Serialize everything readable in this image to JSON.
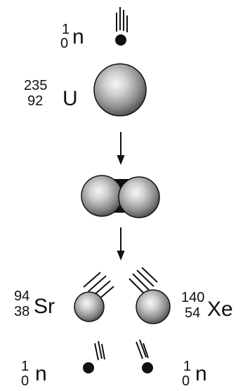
{
  "labels": {
    "neutron_top": {
      "mass": "1",
      "atomic": "0",
      "symbol": "n"
    },
    "uranium": {
      "mass": "235",
      "atomic": "92",
      "symbol": "U"
    },
    "strontium": {
      "mass": "94",
      "atomic": "38",
      "symbol": "Sr"
    },
    "xenon": {
      "mass": "140",
      "atomic": "54",
      "symbol": "Xe"
    },
    "neutron_bottom_left": {
      "mass": "1",
      "atomic": "0",
      "symbol": "n"
    },
    "neutron_bottom_right": {
      "mass": "1",
      "atomic": "0",
      "symbol": "n"
    }
  },
  "colors": {
    "ink": "#111111",
    "sphere_light": "#f2f2f2",
    "sphere_dark": "#5a5a5a"
  }
}
